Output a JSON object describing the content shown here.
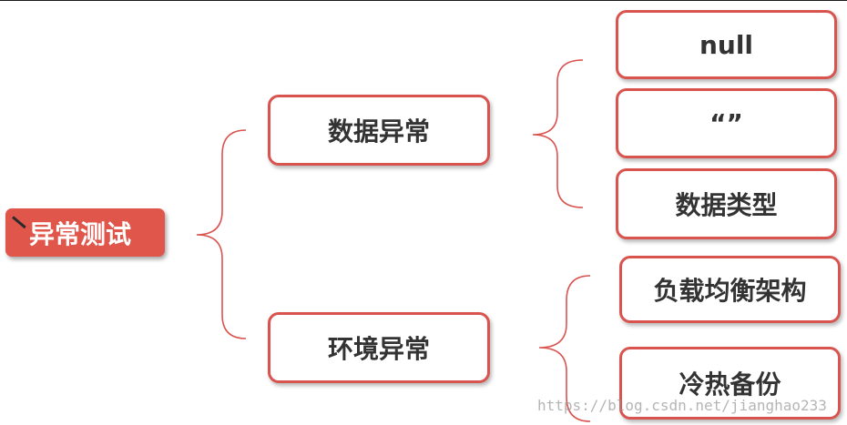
{
  "root": {
    "label": "异常测试"
  },
  "branches": [
    {
      "label": "数据异常",
      "children": [
        "null",
        "“”",
        "数据类型"
      ]
    },
    {
      "label": "环境异常",
      "children": [
        "负载均衡架构",
        "冷热备份"
      ]
    }
  ],
  "watermark": "https://blog.csdn.net/jianghao233",
  "colors": {
    "accent": "#d9534f",
    "root_fill": "#e0564b",
    "text": "#333333",
    "bracket": "#d9534f"
  }
}
